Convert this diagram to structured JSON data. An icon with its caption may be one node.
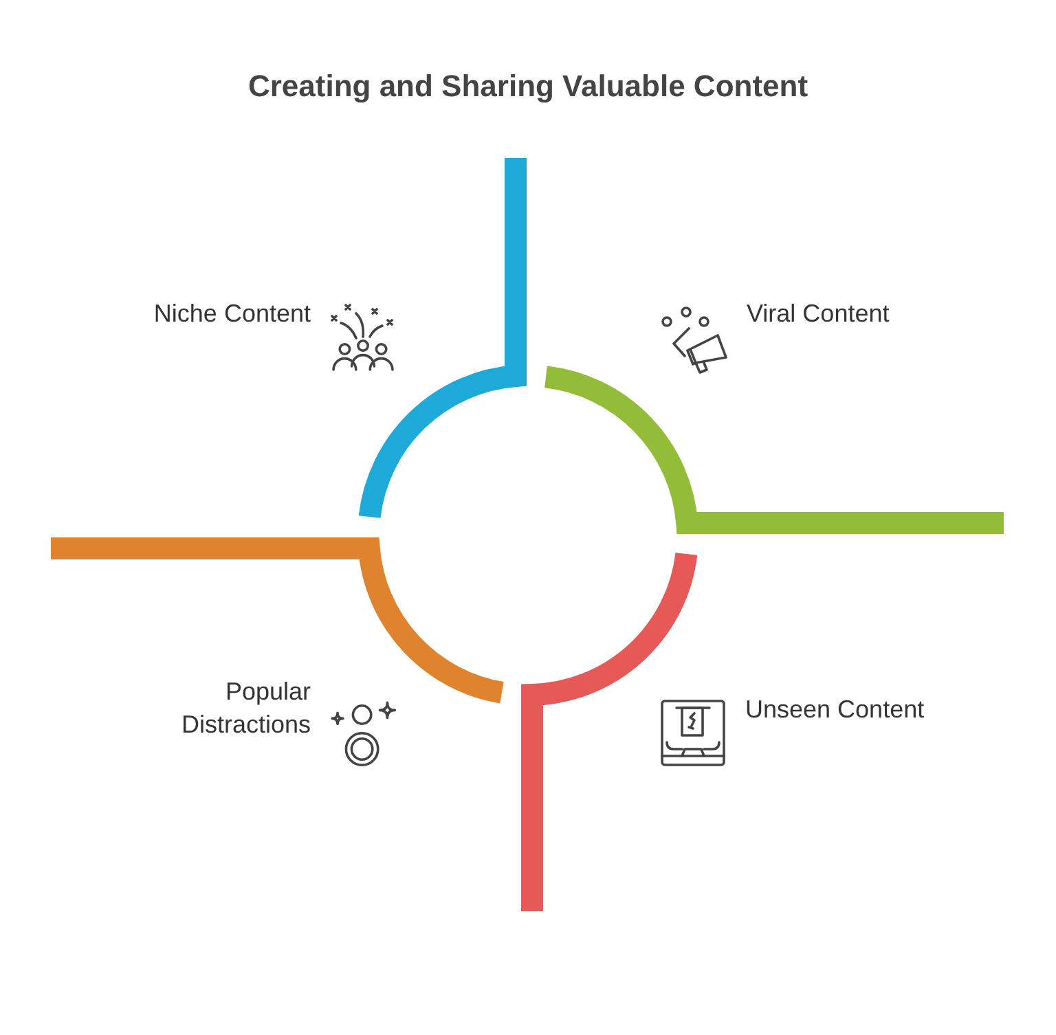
{
  "diagram": {
    "title": "Creating and Sharing Valuable Content",
    "labels": [
      "Niche Content",
      "Viral Content",
      "Popular Distractions",
      "Unseen Content"
    ]
  }
}
